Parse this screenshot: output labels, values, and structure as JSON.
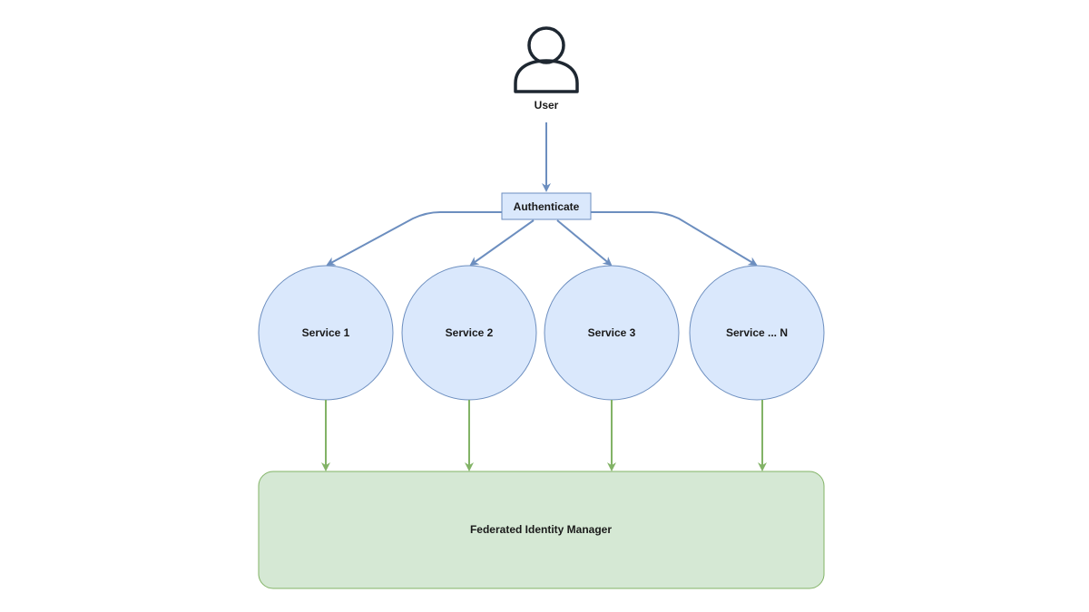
{
  "user": {
    "label": "User",
    "icon": "user-icon"
  },
  "authenticate": {
    "label": "Authenticate"
  },
  "services": [
    {
      "label": "Service 1"
    },
    {
      "label": "Service 2"
    },
    {
      "label": "Service 3"
    },
    {
      "label": "Service ... N"
    }
  ],
  "identity_manager": {
    "label": "Federated Identity Manager"
  },
  "colors": {
    "service_fill": "#dae8fc",
    "service_stroke": "#6c8ebf",
    "auth_fill": "#dae8fc",
    "auth_stroke": "#6c8ebf",
    "manager_fill": "#d5e8d4",
    "manager_stroke": "#82b366",
    "blue_arrow": "#6c8ebf",
    "green_arrow": "#82b366",
    "icon_stroke": "#1e2731"
  }
}
